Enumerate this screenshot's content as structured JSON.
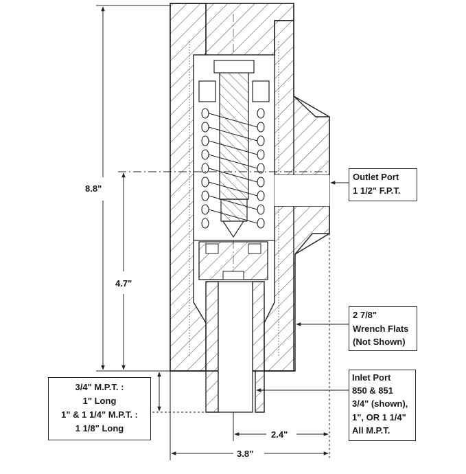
{
  "diagram": {
    "dimensions": {
      "overall_height": "8.8\"",
      "outlet_height": "4.7\"",
      "inlet_width": "2.4\"",
      "overall_width": "3.8\""
    },
    "callouts": {
      "outlet_port": [
        "Outlet Port",
        "1 1/2\" F.P.T."
      ],
      "wrench_flats": [
        "2 7/8\"",
        "Wrench Flats",
        "(Not Shown)"
      ],
      "inlet_port": [
        "Inlet Port",
        "850 & 851",
        "3/4\" (shown),",
        "1\", OR 1 1/4\"",
        "All M.P.T."
      ],
      "mpt_lengths": [
        "3/4\" M.P.T. :",
        "1\" Long",
        "1\" & 1 1/4\" M.P.T. :",
        "1 1/8\" Long"
      ]
    }
  }
}
